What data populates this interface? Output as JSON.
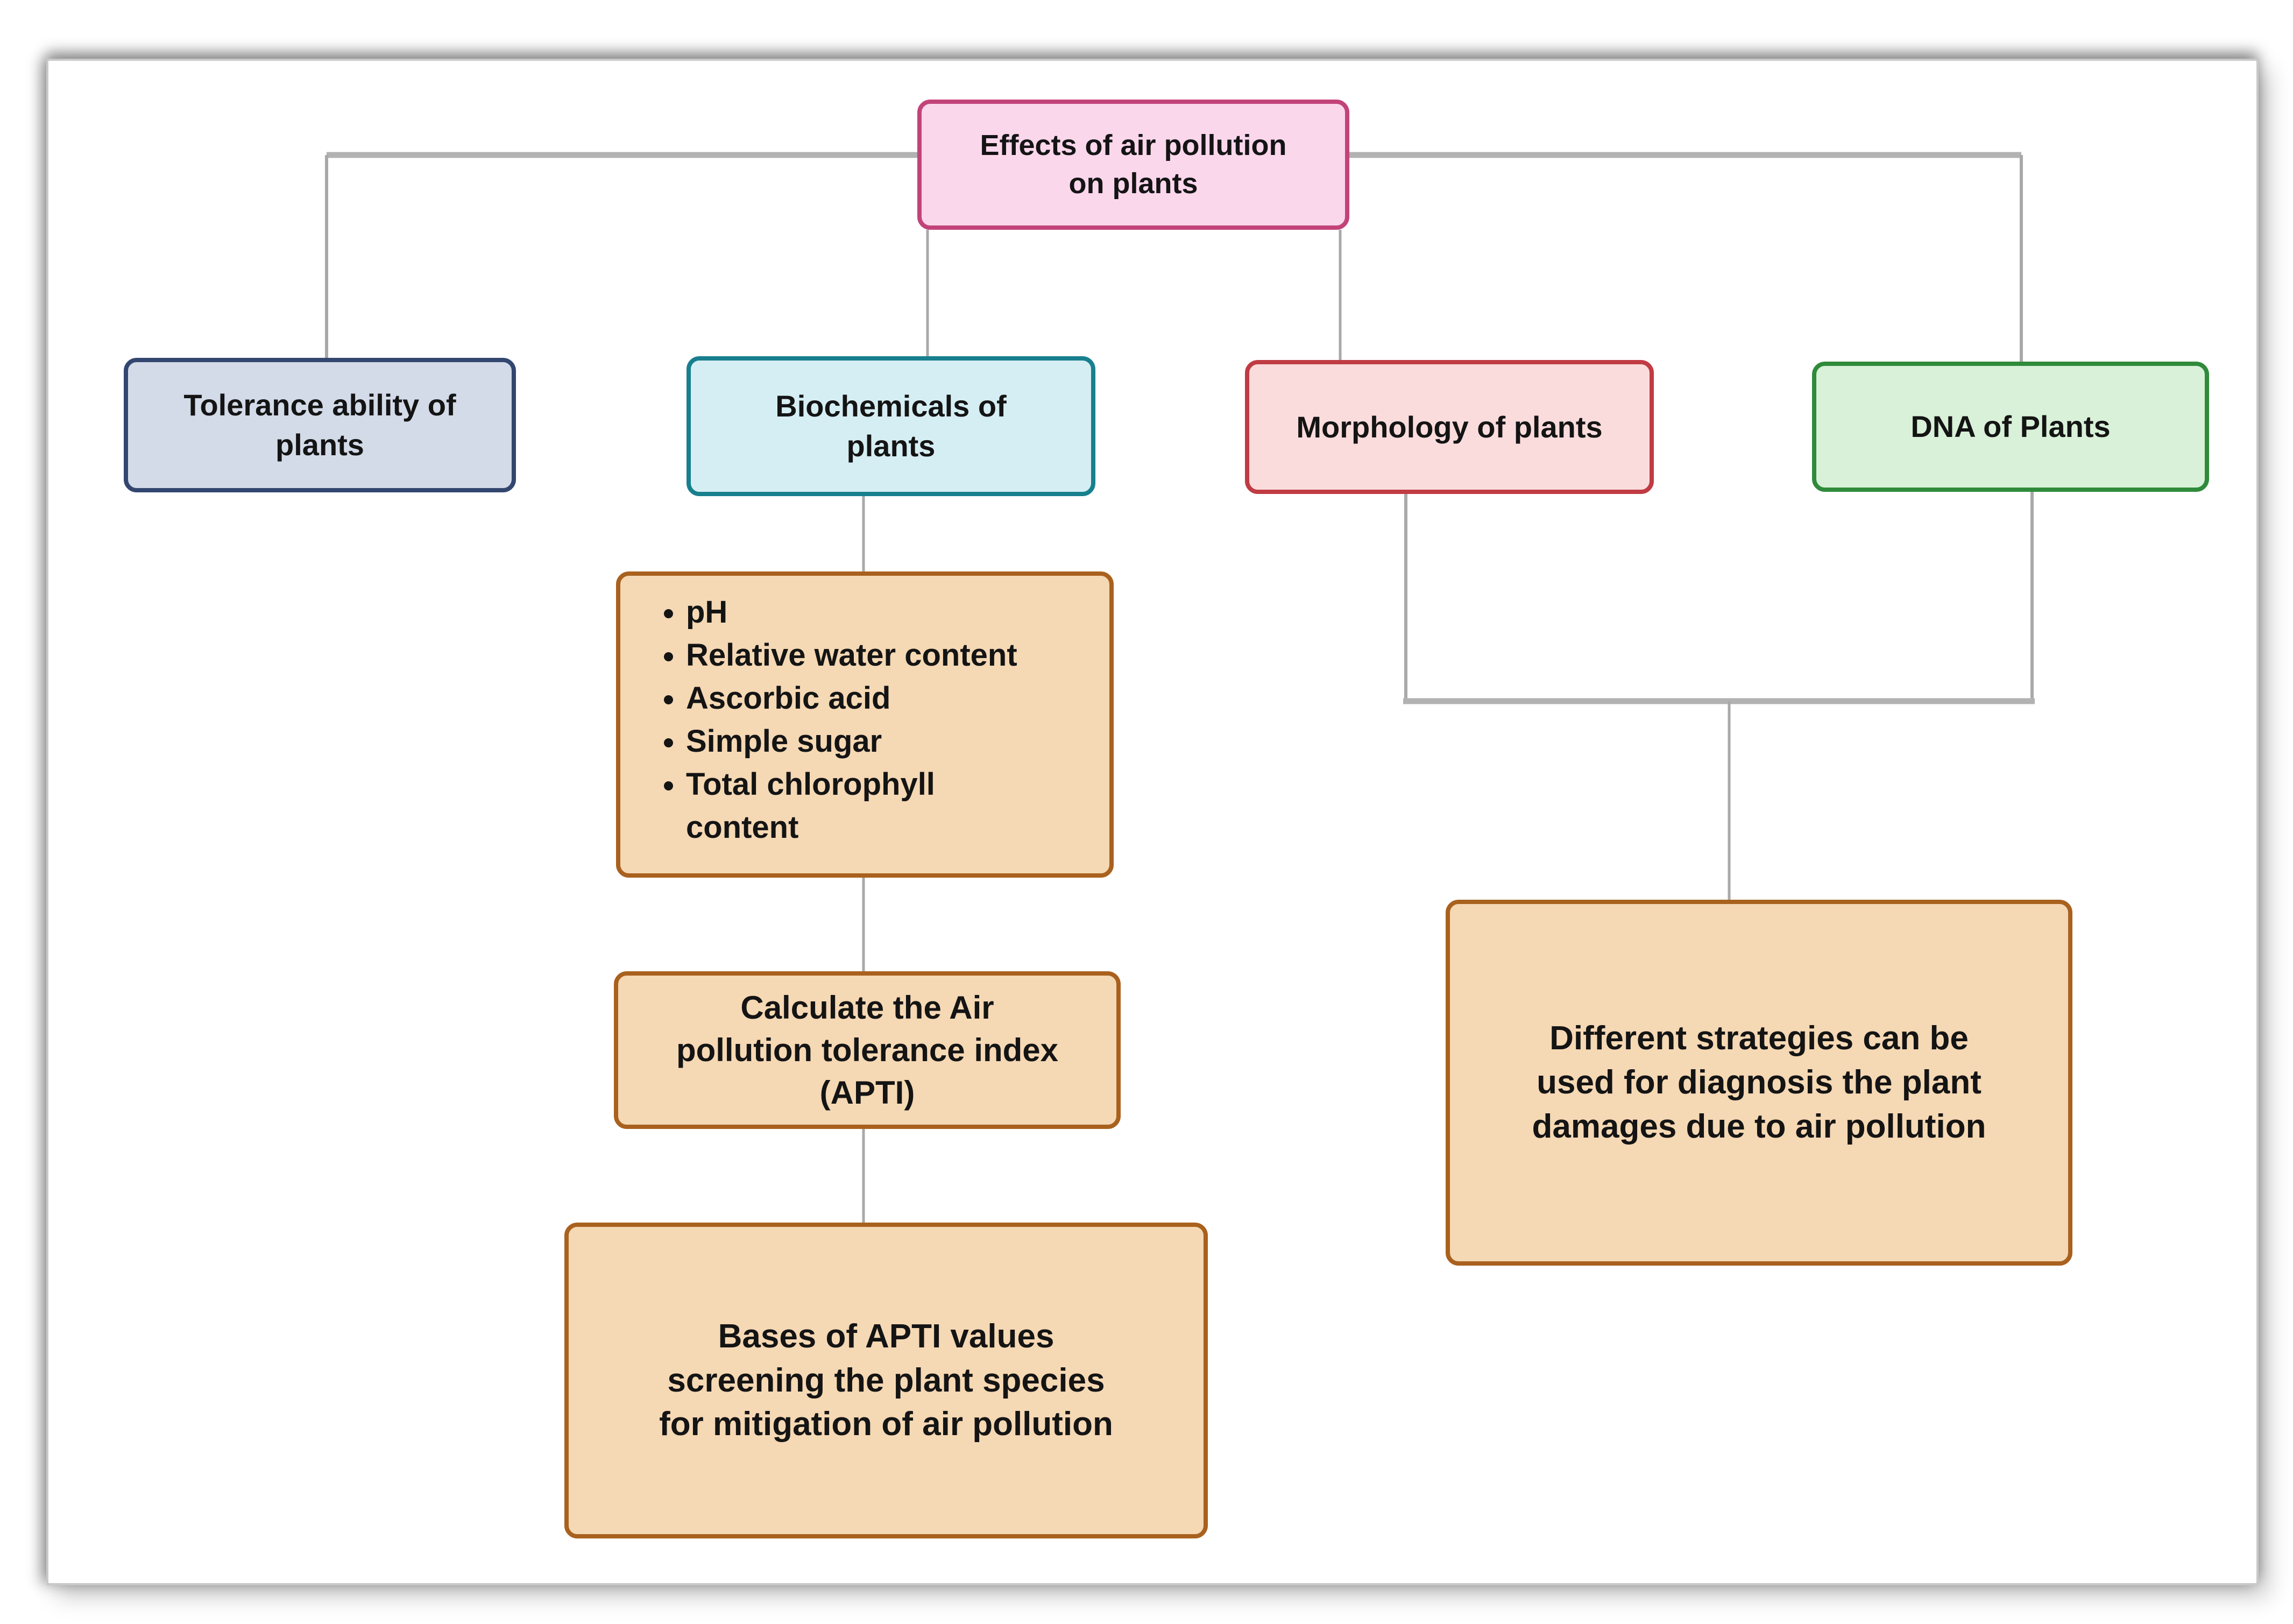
{
  "diagram_title": "Effects of air pollution on plants",
  "colors": {
    "connector": "#a9a9a9",
    "connector_thick": "#b2b2b2",
    "text": "#141414",
    "page_background": "#ffffff"
  },
  "nodes": {
    "root": {
      "label": "Effects of air pollution\non plants",
      "fill": "#fbd7ec",
      "border": "#c24379"
    },
    "tolerance": {
      "label": "Tolerance ability of\nplants",
      "fill": "#d3dae8",
      "border": "#32466f"
    },
    "biochemicals": {
      "label": "Biochemicals of\nplants",
      "fill": "#d5eef3",
      "border": "#187f8e"
    },
    "morphology": {
      "label": "Morphology of plants",
      "fill": "#fbdcdc",
      "border": "#c03b43"
    },
    "dna": {
      "label": "DNA of Plants",
      "fill": "#d8f1d8",
      "border": "#2f8b3b"
    },
    "biochemical_parameters": {
      "items": [
        "pH",
        "Relative water content",
        "Ascorbic acid",
        "Simple sugar",
        "Total chlorophyll\ncontent"
      ],
      "fill": "#f5d8b4",
      "border": "#a9611e"
    },
    "apti": {
      "label": "Calculate the Air\npollution tolerance index\n(APTI)",
      "fill": "#f5d8b4",
      "border": "#a9611e"
    },
    "bases": {
      "label": "Bases of APTI values\nscreening the plant species\nfor mitigation of air pollution",
      "fill": "#f5d8b4",
      "border": "#a9611e"
    },
    "strategies": {
      "label": "Different strategies can be\nused for diagnosis the plant\ndamages due to air pollution",
      "fill": "#f5d8b4",
      "border": "#a9611e"
    }
  }
}
